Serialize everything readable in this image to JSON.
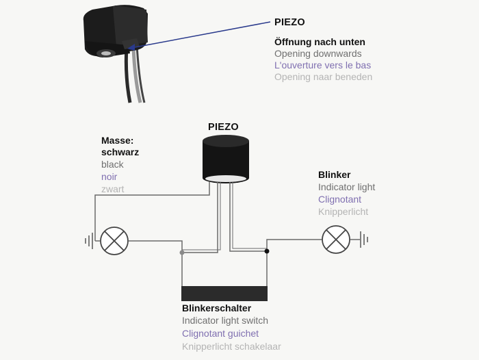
{
  "photo_callout": {
    "title": "PIEZO",
    "de": "Öffnung nach unten",
    "en": "Opening downwards",
    "fr": "L'ouverture vers le bas",
    "nl": "Opening naar beneden"
  },
  "piezo_label": "PIEZO",
  "ground": {
    "de_line1": "Masse:",
    "de_line2": "schwarz",
    "en": "black",
    "fr": "noir",
    "nl": "zwart"
  },
  "indicator": {
    "de": "Blinker",
    "en": "Indicator light",
    "fr": "Clignotant",
    "nl": "Knipperlicht"
  },
  "switch": {
    "de": "Blinkerschalter",
    "en": "Indicator light switch",
    "fr": "Clignotant guichet",
    "nl": "Knipperlicht schakelaar"
  },
  "colors": {
    "french_text": "#7f6fb0",
    "english_text": "#6f6f6f",
    "dutch_text": "#b4b4b4",
    "wire": "#666666",
    "callout_arrow": "#2a3a8c"
  }
}
